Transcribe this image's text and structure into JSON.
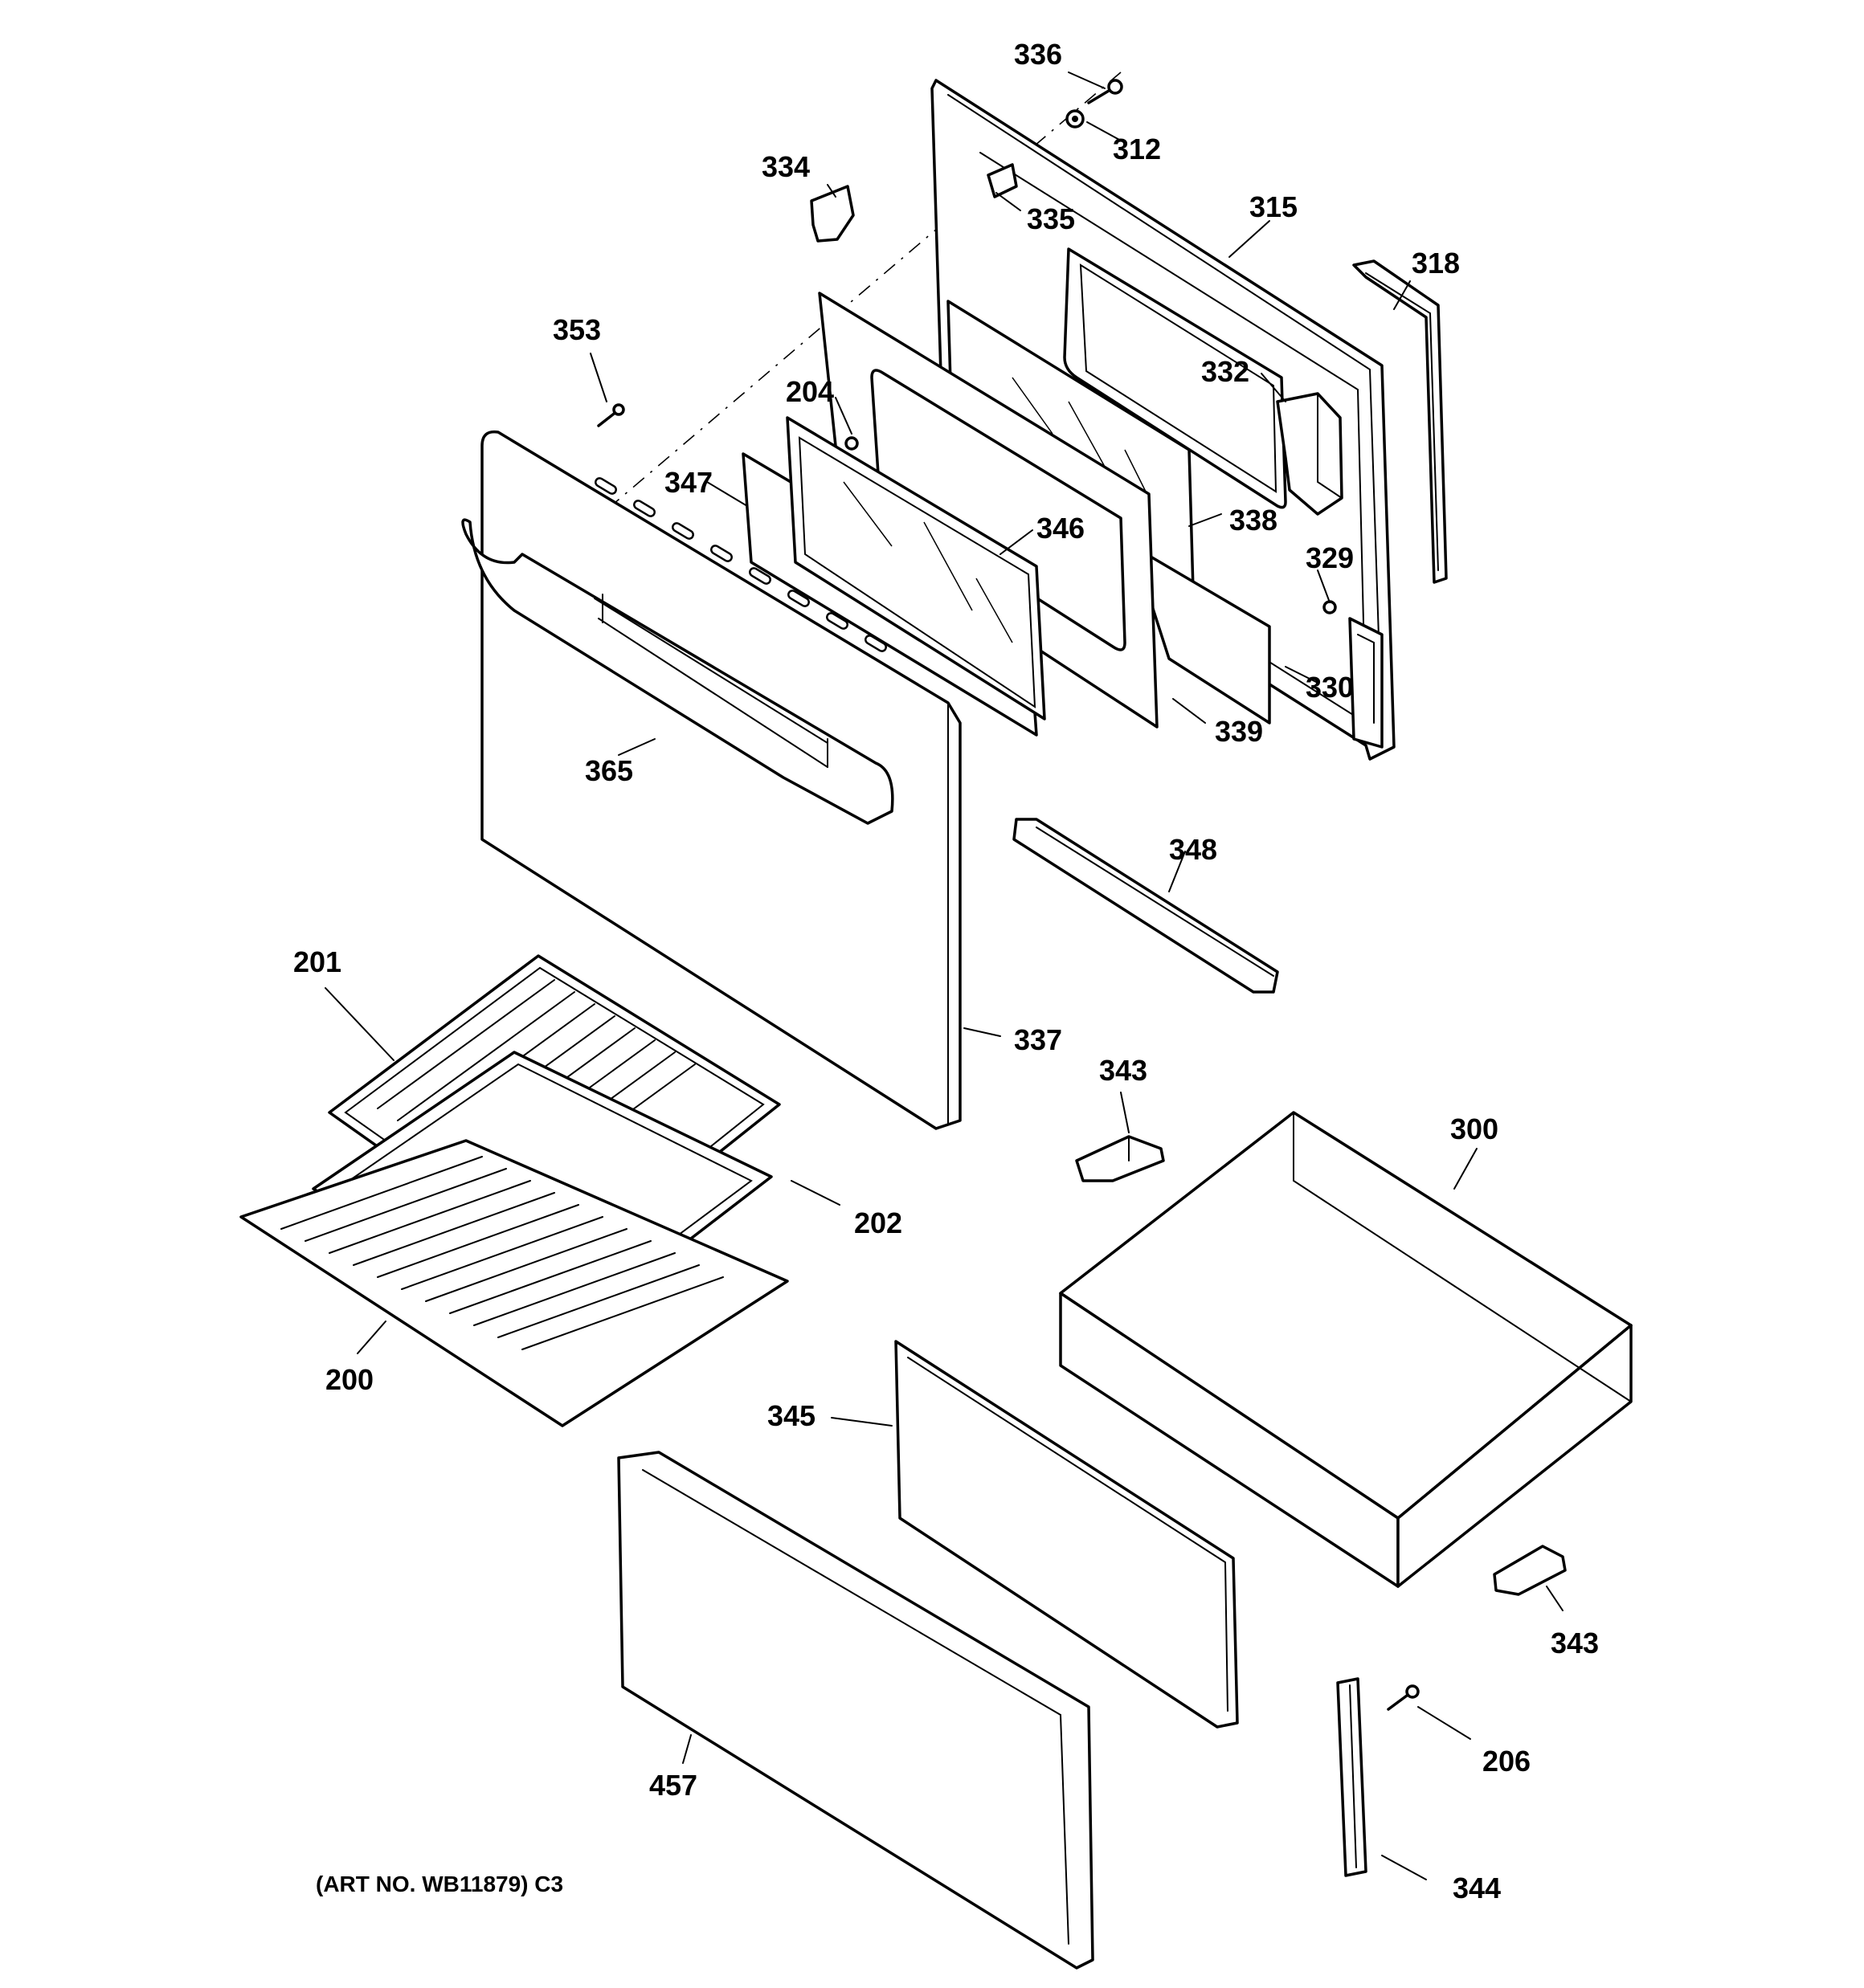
{
  "callouts": {
    "c336": "336",
    "c312": "312",
    "c334": "334",
    "c335": "335",
    "c315": "315",
    "c318": "318",
    "c353": "353",
    "c204": "204",
    "c332": "332",
    "c347": "347",
    "c346": "346",
    "c338": "338",
    "c329": "329",
    "c330": "330",
    "c339": "339",
    "c365": "365",
    "c348": "348",
    "c201": "201",
    "c337": "337",
    "c343a": "343",
    "c300": "300",
    "c202": "202",
    "c200": "200",
    "c345": "345",
    "c343b": "343",
    "c206": "206",
    "c457": "457",
    "c344": "344"
  },
  "art_number": "(ART NO. WB11879) C3"
}
